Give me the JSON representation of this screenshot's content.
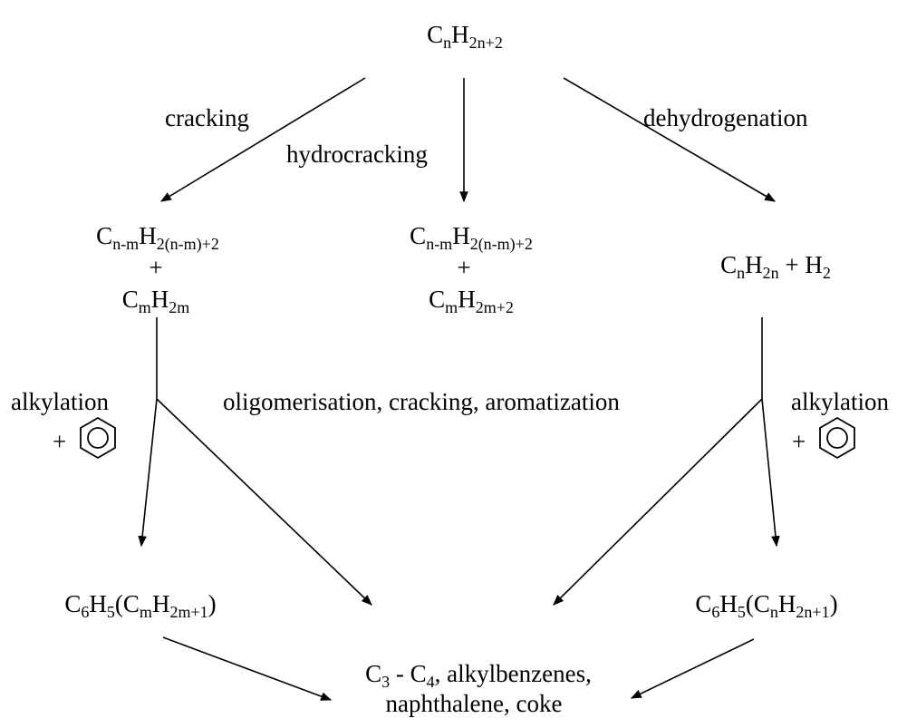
{
  "nodes": {
    "top": {
      "parts": [
        [
          "C",
          ""
        ],
        [
          "n",
          "s"
        ],
        [
          "H",
          ""
        ],
        [
          "2n+2",
          "s"
        ]
      ]
    },
    "left": {
      "line1": [
        [
          "C",
          ""
        ],
        [
          "n-m",
          "s"
        ],
        [
          "H",
          ""
        ],
        [
          "2(n-m)+2",
          "s"
        ]
      ],
      "line2": "+",
      "line3": [
        [
          "C",
          ""
        ],
        [
          "m",
          "s"
        ],
        [
          "H",
          ""
        ],
        [
          "2m",
          "s"
        ]
      ]
    },
    "middle": {
      "line1": [
        [
          "C",
          ""
        ],
        [
          "n-m",
          "s"
        ],
        [
          "H",
          ""
        ],
        [
          "2(n-m)+2",
          "s"
        ]
      ],
      "line2": "+",
      "line3": [
        [
          "C",
          ""
        ],
        [
          "m",
          "s"
        ],
        [
          "H",
          ""
        ],
        [
          "2m+2",
          "s"
        ]
      ]
    },
    "right": {
      "parts": [
        [
          "C",
          ""
        ],
        [
          "n",
          "s"
        ],
        [
          "H",
          ""
        ],
        [
          "2n",
          "s"
        ],
        [
          " + H",
          ""
        ],
        [
          "2",
          "s"
        ]
      ]
    },
    "alkyl_left": {
      "parts": [
        [
          "C",
          ""
        ],
        [
          "6",
          "s"
        ],
        [
          "H",
          ""
        ],
        [
          "5",
          "s"
        ],
        [
          "(C",
          ""
        ],
        [
          "m",
          "s"
        ],
        [
          "H",
          ""
        ],
        [
          "2m+1",
          "s"
        ],
        [
          ")",
          ""
        ]
      ]
    },
    "alkyl_right": {
      "parts": [
        [
          "C",
          ""
        ],
        [
          "6",
          "s"
        ],
        [
          "H",
          ""
        ],
        [
          "5",
          "s"
        ],
        [
          "(C",
          ""
        ],
        [
          "n",
          "s"
        ],
        [
          "H",
          ""
        ],
        [
          "2n+1",
          "s"
        ],
        [
          ")",
          ""
        ]
      ]
    },
    "bottom": {
      "line1": [
        [
          "C",
          ""
        ],
        [
          "3",
          "s"
        ],
        [
          " - C",
          ""
        ],
        [
          "4",
          "s"
        ],
        [
          ", alkylbenzenes,",
          ""
        ]
      ],
      "line2": "naphthalene, coke"
    }
  },
  "labels": {
    "cracking": "cracking",
    "hydrocracking": "hydrocracking",
    "dehydrogenation": "dehydrogenation",
    "oligomerisation": "oligomerisation, cracking, aromatization",
    "alkylation_left": "alkylation",
    "alkylation_right": "alkylation",
    "plus_left": "+",
    "plus_right": "+"
  },
  "icons": {
    "benzene_left": "benzene-ring-icon",
    "benzene_right": "benzene-ring-icon"
  }
}
